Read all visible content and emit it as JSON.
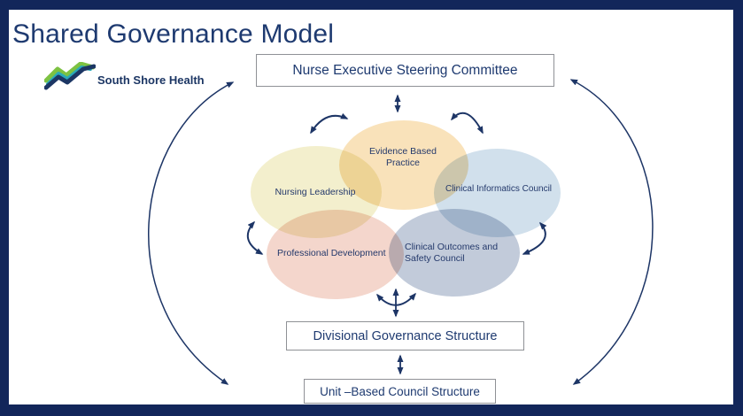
{
  "slide": {
    "title": "Shared Governance Model"
  },
  "logo": {
    "name": "South Shore Health"
  },
  "boxes": {
    "top": "Nurse Executive Steering Committee",
    "middle": "Divisional Governance Structure",
    "bottom": "Unit –Based Council Structure"
  },
  "ellipses": [
    {
      "id": "nursing-leadership",
      "label": "Nursing Leadership",
      "color": "#f1ecc4"
    },
    {
      "id": "evidence-based-practice",
      "label": "Evidence Based Practice",
      "color": "#f8ddae"
    },
    {
      "id": "clinical-informatics-council",
      "label": "Clinical Informatics Council",
      "color": "#c9dbe9"
    },
    {
      "id": "professional-development",
      "label": "Professional Development",
      "color": "#f2cfc3"
    },
    {
      "id": "clinical-outcomes-safety-council",
      "label": "Clinical Outcomes and Safety Council",
      "color": "#b7c2d4"
    }
  ],
  "colors": {
    "frame": "#12265a",
    "text_navy": "#1e3a70",
    "arrow": "#1d3566",
    "box_border": "#8f9196",
    "logo_green": "#7dc242",
    "logo_teal": "#2aa9b8",
    "logo_navy": "#1c3664"
  }
}
